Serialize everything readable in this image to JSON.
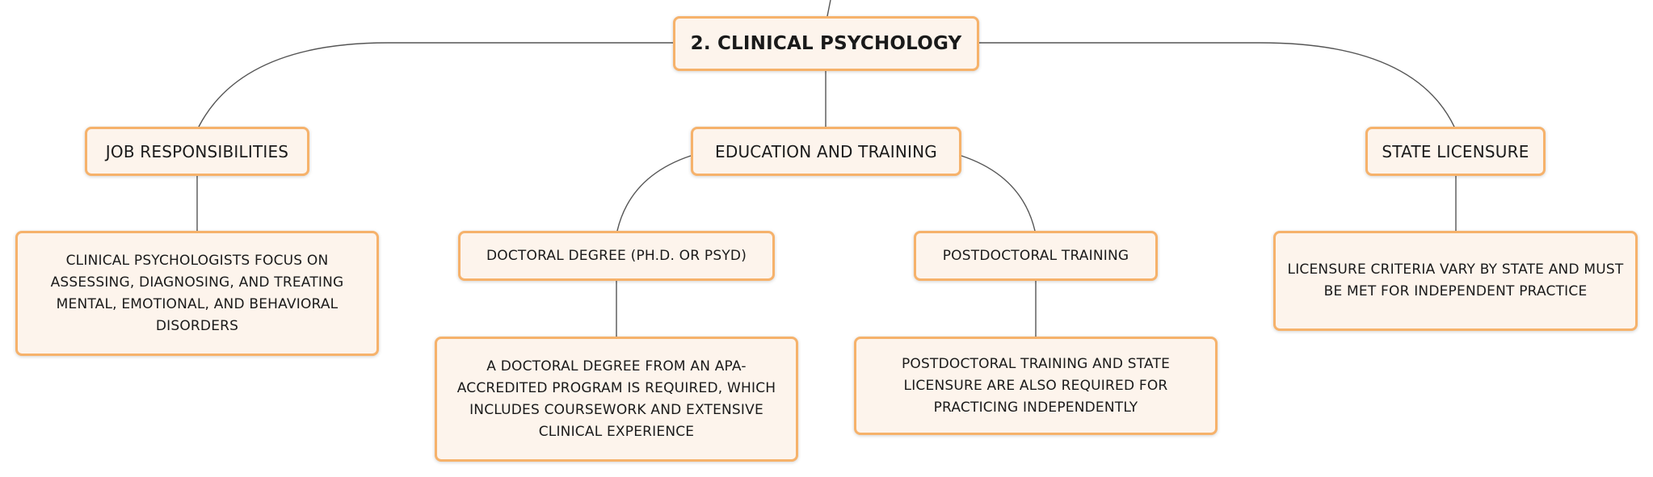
{
  "diagram": {
    "root": {
      "label": "2. CLINICAL PSYCHOLOGY"
    },
    "branches": [
      {
        "label": "JOB RESPONSIBILITIES",
        "detail": "CLINICAL PSYCHOLOGISTS FOCUS ON ASSESSING, DIAGNOSING, AND TREATING MENTAL, EMOTIONAL, AND BEHAVIORAL DISORDERS"
      },
      {
        "label": "EDUCATION AND TRAINING",
        "children": [
          {
            "label": "DOCTORAL DEGREE (PH.D. OR PSYD)",
            "detail": "A DOCTORAL DEGREE FROM AN APA-ACCREDITED PROGRAM IS REQUIRED, WHICH INCLUDES COURSEWORK AND EXTENSIVE CLINICAL EXPERIENCE"
          },
          {
            "label": "POSTDOCTORAL TRAINING",
            "detail": "POSTDOCTORAL TRAINING AND STATE LICENSURE ARE ALSO REQUIRED FOR PRACTICING INDEPENDENTLY"
          }
        ]
      },
      {
        "label": "STATE LICENSURE",
        "detail": "LICENSURE CRITERIA VARY BY STATE AND MUST BE MET FOR INDEPENDENT PRACTICE"
      }
    ],
    "colors": {
      "node_fill": "#fdf4ec",
      "node_border": "#f6b26b",
      "connector": "#555555",
      "text": "#1a1a1a"
    }
  }
}
